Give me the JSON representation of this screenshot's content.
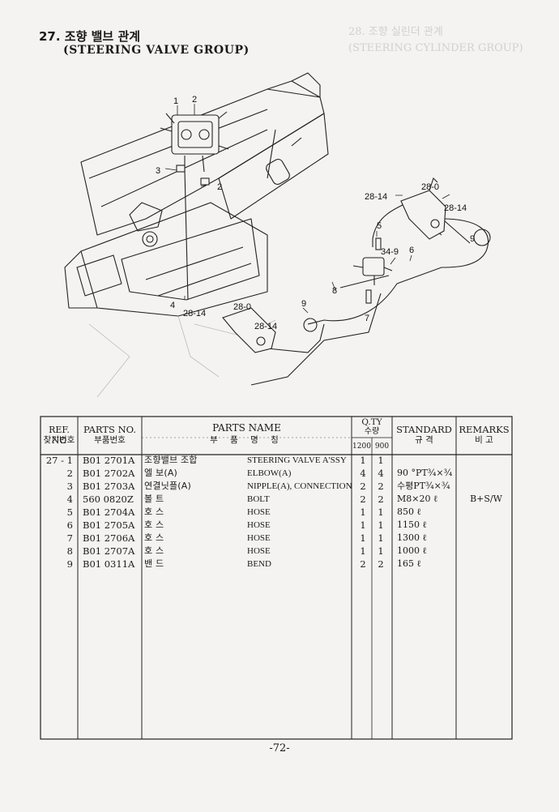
{
  "header": {
    "title_ko": "27. 조향 밸브 관계",
    "title_en": "(STEERING VALVE GROUP)",
    "ghost_lines": [
      "28. 조향 실린더 관계",
      "(STEERING CYLINDER GROUP)"
    ]
  },
  "diagram": {
    "callouts": [
      "1",
      "2",
      "3",
      "2",
      "4",
      "28-14",
      "28-0",
      "28-14",
      "9",
      "28-14",
      "28-0",
      "28-14",
      "5",
      "34-9",
      "6",
      "8",
      "7",
      "9"
    ]
  },
  "table": {
    "headers": {
      "ref_en": "REF. NO",
      "ref_ko": "찾기번호",
      "partsno_en": "PARTS NO.",
      "partsno_ko": "부품번호",
      "partsname_en": "PARTS NAME",
      "partsname_ko": "부 품 명 칭",
      "qty_en": "Q.TY",
      "qty_ko": "수량",
      "qty_a": "1200",
      "qty_b": "900",
      "standard_en": "STANDARD",
      "standard_ko": "규 격",
      "remarks_en": "REMARKS",
      "remarks_ko": "비 고"
    },
    "rows": [
      {
        "ref": "27 - 1",
        "part_no": "B01 2701A",
        "name_ko": "조향밸브 조합",
        "name_en": "STEERING VALVE A'SSY",
        "q1": "1",
        "q2": "1",
        "standard": "",
        "remarks": ""
      },
      {
        "ref": "2",
        "part_no": "B01 2702A",
        "name_ko": "엘       보(A)",
        "name_en": "ELBOW(A)",
        "q1": "4",
        "q2": "4",
        "standard": "90 °PT¾×¾",
        "remarks": ""
      },
      {
        "ref": "3",
        "part_no": "B01 2703A",
        "name_ko": "연결닛플(A)",
        "name_en": "NIPPLE(A), CONNECTION",
        "q1": "2",
        "q2": "2",
        "standard": "수평PT¾×¾",
        "remarks": ""
      },
      {
        "ref": "4",
        "part_no": "560 0820Z",
        "name_ko": "볼             트",
        "name_en": "BOLT",
        "q1": "2",
        "q2": "2",
        "standard": "M8×20 ℓ",
        "remarks": "B+S/W"
      },
      {
        "ref": "5",
        "part_no": "B01 2704A",
        "name_ko": "호             스",
        "name_en": "HOSE",
        "q1": "1",
        "q2": "1",
        "standard": "850 ℓ",
        "remarks": ""
      },
      {
        "ref": "6",
        "part_no": "B01 2705A",
        "name_ko": "호             스",
        "name_en": "HOSE",
        "q1": "1",
        "q2": "1",
        "standard": "1150 ℓ",
        "remarks": ""
      },
      {
        "ref": "7",
        "part_no": "B01 2706A",
        "name_ko": "호             스",
        "name_en": "HOSE",
        "q1": "1",
        "q2": "1",
        "standard": "1300 ℓ",
        "remarks": ""
      },
      {
        "ref": "8",
        "part_no": "B01 2707A",
        "name_ko": "호             스",
        "name_en": "HOSE",
        "q1": "1",
        "q2": "1",
        "standard": "1000 ℓ",
        "remarks": ""
      },
      {
        "ref": "9",
        "part_no": "B01 0311A",
        "name_ko": "밴             드",
        "name_en": "BEND",
        "q1": "2",
        "q2": "2",
        "standard": "165 ℓ",
        "remarks": ""
      }
    ]
  },
  "footer": {
    "page_number": "-72-"
  }
}
